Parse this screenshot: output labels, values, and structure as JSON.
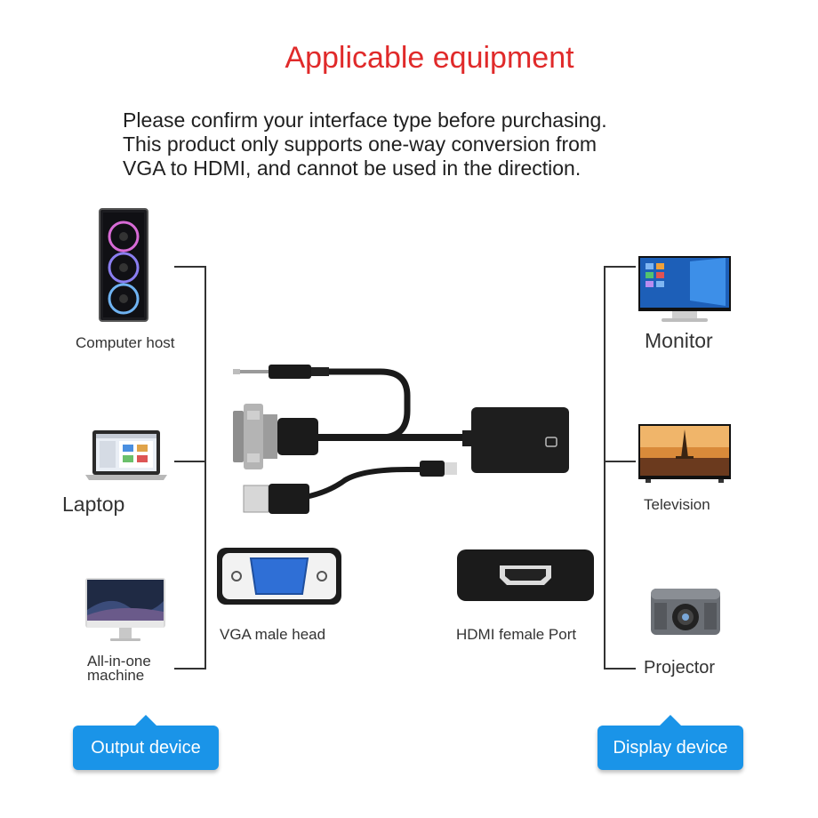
{
  "title": "Applicable equipment",
  "note_lines": [
    "Please confirm your interface type before purchasing.",
    "This product only supports one-way conversion from",
    "VGA to HDMI, and cannot be used in the direction."
  ],
  "output_devices": {
    "computer_host": "Computer host",
    "laptop": "Laptop",
    "all_in_one_line1": "All-in-one",
    "all_in_one_line2": "machine"
  },
  "display_devices": {
    "monitor": "Monitor",
    "television": "Television",
    "projector": "Projector"
  },
  "ports": {
    "vga": "VGA male head",
    "hdmi": "HDMI female Port"
  },
  "badges": {
    "output": "Output device",
    "display": "Display device"
  },
  "colors": {
    "title": "#e02a2a",
    "badge": "#1a94e8",
    "vga_blue": "#2f6fd6"
  }
}
